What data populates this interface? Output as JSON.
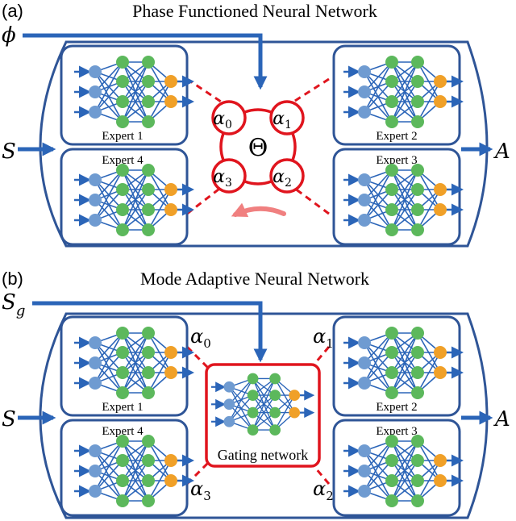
{
  "colors": {
    "blue": "#2b65b8",
    "dark_blue": "#2f5597",
    "red": "#e0151e",
    "pink_arrow": "#f08080",
    "input_node": "#6f9bd1",
    "hidden_node": "#5cb85c",
    "output_node": "#f0a028"
  },
  "panel_a": {
    "label": "(a)",
    "title": "Phase Functioned Neural Network",
    "phase_input": "ϕ",
    "state_input": "S",
    "action_output": "A",
    "theta": "Θ",
    "experts": [
      "Expert 1",
      "Expert 2",
      "Expert 3",
      "Expert 4"
    ],
    "alphas": [
      {
        "sym": "α",
        "sub": "0"
      },
      {
        "sym": "α",
        "sub": "1"
      },
      {
        "sym": "α",
        "sub": "2"
      },
      {
        "sym": "α",
        "sub": "3"
      }
    ]
  },
  "panel_b": {
    "label": "(b)",
    "title": "Mode Adaptive Neural Network",
    "gating_input_sym": "S",
    "gating_input_sub": "g",
    "state_input": "S",
    "action_output": "A",
    "gating_label": "Gating network",
    "experts": [
      "Expert 1",
      "Expert 2",
      "Expert 3",
      "Expert 4"
    ],
    "alphas": [
      {
        "sym": "α",
        "sub": "0"
      },
      {
        "sym": "α",
        "sub": "1"
      },
      {
        "sym": "α",
        "sub": "2"
      },
      {
        "sym": "α",
        "sub": "3"
      }
    ]
  }
}
